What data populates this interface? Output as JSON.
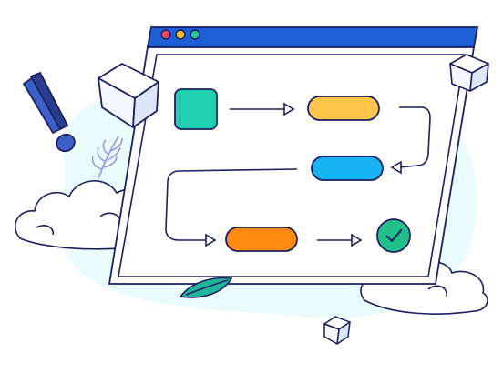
{
  "palette": {
    "outline": "#1b1f5e",
    "titlebar": "#1f5fd6",
    "window_bg": "#ffffff",
    "backdrop": "#e9fbfb",
    "dot_red": "#f0475a",
    "dot_yellow": "#f7b731",
    "dot_green": "#27c39a",
    "step_teal": "#1fd1b0",
    "step_yellow": "#ffc54a",
    "step_blue": "#18b3f2",
    "step_orange": "#ff8a12",
    "check_green": "#21c08a",
    "leaf_green": "#1fb59a",
    "cube_face": "#f4f7ff",
    "cube_side": "#dde6fb"
  },
  "flowchart": {
    "steps": [
      {
        "name": "start-square",
        "shape": "rounded-square",
        "color": "#1fd1b0"
      },
      {
        "name": "step-yellow",
        "shape": "pill",
        "color": "#ffc54a"
      },
      {
        "name": "step-blue",
        "shape": "pill",
        "color": "#18b3f2"
      },
      {
        "name": "step-orange",
        "shape": "pill",
        "color": "#ff8a12"
      },
      {
        "name": "done-check",
        "shape": "circle-check",
        "color": "#21c08a"
      }
    ],
    "connectors": 4
  },
  "icons": [
    "exclamation-icon",
    "check-icon",
    "leaf-icon",
    "cube-icon",
    "cloud-icon",
    "wheat-icon"
  ]
}
